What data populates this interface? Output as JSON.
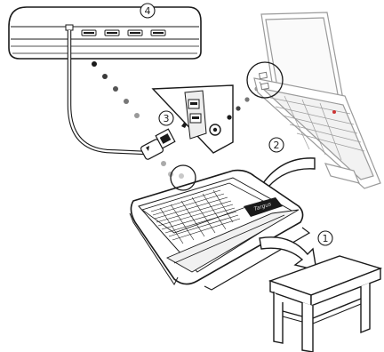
{
  "steps": [
    {
      "label": "1"
    },
    {
      "label": "2"
    },
    {
      "label": "3"
    },
    {
      "label": "4"
    }
  ],
  "brand_text": "Targus",
  "colors": {
    "line": "#1a1a1a",
    "dot_dark": "#222222",
    "dot_light": "#bdbdbd",
    "laptop_gray": "#9a9a9a",
    "fill_gray": "#e8e8e8"
  }
}
